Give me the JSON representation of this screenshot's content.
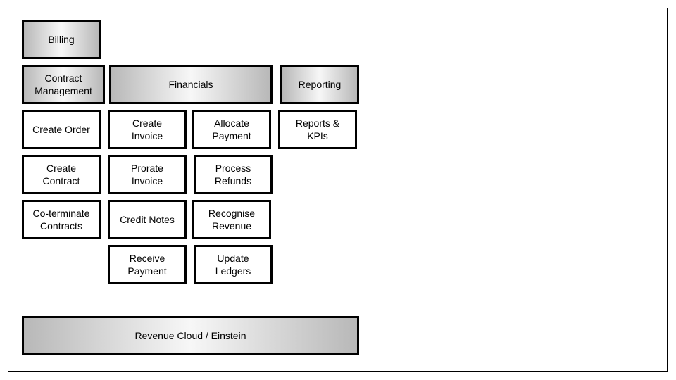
{
  "diagram": {
    "headers": {
      "billing": "Billing",
      "contract_management": "Contract\nManagement",
      "financials": "Financials",
      "reporting": "Reporting"
    },
    "contract_column": [
      "Create Order",
      "Create\nContract",
      "Co-terminate\nContracts"
    ],
    "financials_left": [
      "Create\nInvoice",
      "Prorate\nInvoice",
      "Credit Notes",
      "Receive\nPayment"
    ],
    "financials_right": [
      "Allocate\nPayment",
      "Process\nRefunds",
      "Recognise\nRevenue",
      "Update\nLedgers"
    ],
    "reporting_column": [
      "Reports &\nKPIs"
    ],
    "platform": "Revenue Cloud / Einstein"
  }
}
